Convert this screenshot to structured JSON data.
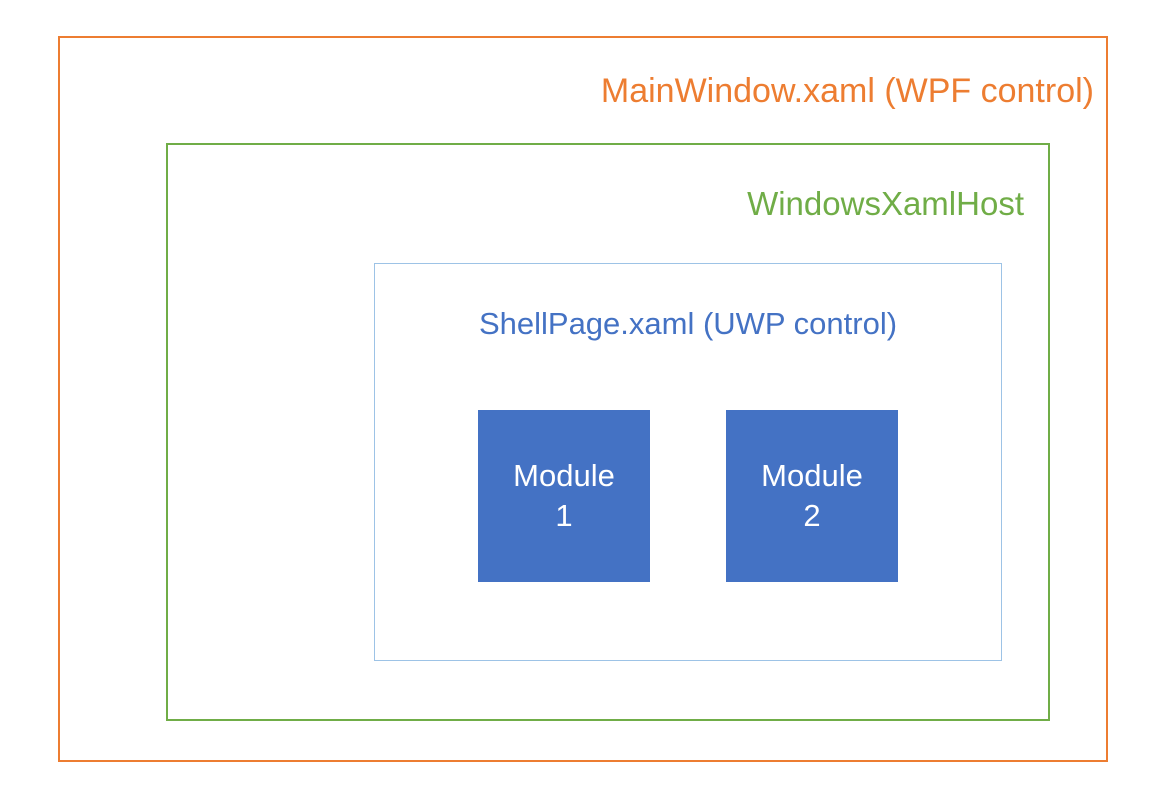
{
  "diagram": {
    "outer": {
      "label": "MainWindow.xaml (WPF control)",
      "color": "#ED7D31"
    },
    "host": {
      "label": "WindowsXamlHost",
      "color": "#70AD47"
    },
    "shell": {
      "label": "ShellPage.xaml (UWP control)",
      "text_color": "#4472C4",
      "border_color": "#9DC3E6"
    },
    "modules": [
      {
        "line1": "Module",
        "line2": "1",
        "fill": "#4472C4",
        "text_color": "#FFFFFF"
      },
      {
        "line1": "Module",
        "line2": "2",
        "fill": "#4472C4",
        "text_color": "#FFFFFF"
      }
    ]
  }
}
